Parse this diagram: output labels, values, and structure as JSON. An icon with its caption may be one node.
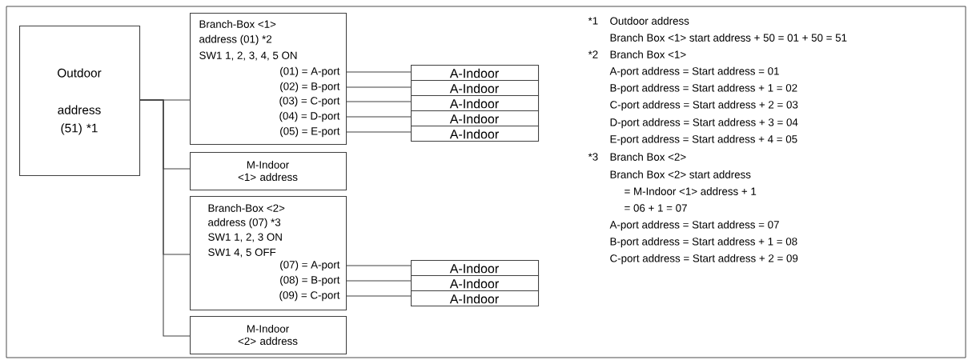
{
  "diagram": {
    "nodes": [
      {
        "text": [
          "Outdoor",
          "address (51) *1"
        ]
      },
      {
        "text": [
          "Branch-Box <1>",
          "address (01) *2",
          "SW1 1, 2, 3, 4, 5 ON"
        ]
      },
      {
        "text": [
          "(01) = A-port"
        ],
        "in": 1
      },
      {
        "text": [
          "(02) = B-port"
        ],
        "in": 1
      },
      {
        "text": [
          "(03) = C-port"
        ],
        "in": 1
      },
      {
        "text": [
          "(04) = D-port"
        ],
        "in": 1
      },
      {
        "text": [
          "(05) = E-port"
        ],
        "in": 1
      },
      {
        "text": [
          "A-Indoor"
        ]
      },
      {
        "text": [
          "A-Indoor"
        ]
      },
      {
        "text": [
          "A-Indoor"
        ]
      },
      {
        "text": [
          "A-Indoor"
        ]
      },
      {
        "text": [
          "A-Indoor"
        ]
      },
      {
        "text": [
          "M-Indoor <1> address"
        ]
      },
      {
        "text": [
          "Branch-Box <2>",
          "address (07) *3",
          "SW1 1, 2, 3 ON",
          "SW1 4, 5 OFF"
        ]
      },
      {
        "text": [
          "(07) = A-port"
        ],
        "in": 13
      },
      {
        "text": [
          "(08) = B-port"
        ],
        "in": 13
      },
      {
        "text": [
          "(09) = C-port"
        ],
        "in": 13
      },
      {
        "text": [
          "A-Indoor"
        ]
      },
      {
        "text": [
          "A-Indoor"
        ]
      },
      {
        "text": [
          "A-Indoor"
        ]
      },
      {
        "text": [
          "M-Indoor <2> address"
        ]
      }
    ],
    "edges": [
      {
        "from": 0,
        "to": 1,
        "arrow": "none"
      },
      {
        "from": 0,
        "to": 12,
        "arrow": "none"
      },
      {
        "from": 0,
        "to": 13,
        "arrow": "none"
      },
      {
        "from": 0,
        "to": 20,
        "arrow": "none"
      },
      {
        "from": 2,
        "to": 7,
        "arrow": "none"
      },
      {
        "from": 3,
        "to": 8,
        "arrow": "none"
      },
      {
        "from": 4,
        "to": 9,
        "arrow": "none"
      },
      {
        "from": 5,
        "to": 10,
        "arrow": "none"
      },
      {
        "from": 6,
        "to": 11,
        "arrow": "none"
      },
      {
        "from": 14,
        "to": 17,
        "arrow": "none"
      },
      {
        "from": 15,
        "to": 18,
        "arrow": "none"
      },
      {
        "from": 16,
        "to": 19,
        "arrow": "none"
      }
    ],
    "labels": [
      "*1",
      "Outdoor address",
      "Branch Box <1> start address + 50 = 01 + 50 = 51",
      "*2",
      "Branch Box <1>",
      "A-port address = Start address = 01",
      "B-port address = Start address + 1 = 02",
      "C-port address = Start address + 2 = 03",
      "D-port address = Start address + 3 = 04",
      "E-port address = Start address + 4 = 05",
      "*3",
      "Branch Box <2>",
      "Branch Box <2> start address",
      "= M-Indoor <1> address + 1",
      "= 06 + 1 = 07",
      "A-port address = Start address = 07",
      "B-port address = Start address + 1 = 08",
      "C-port address = Start address + 2 = 09"
    ]
  }
}
